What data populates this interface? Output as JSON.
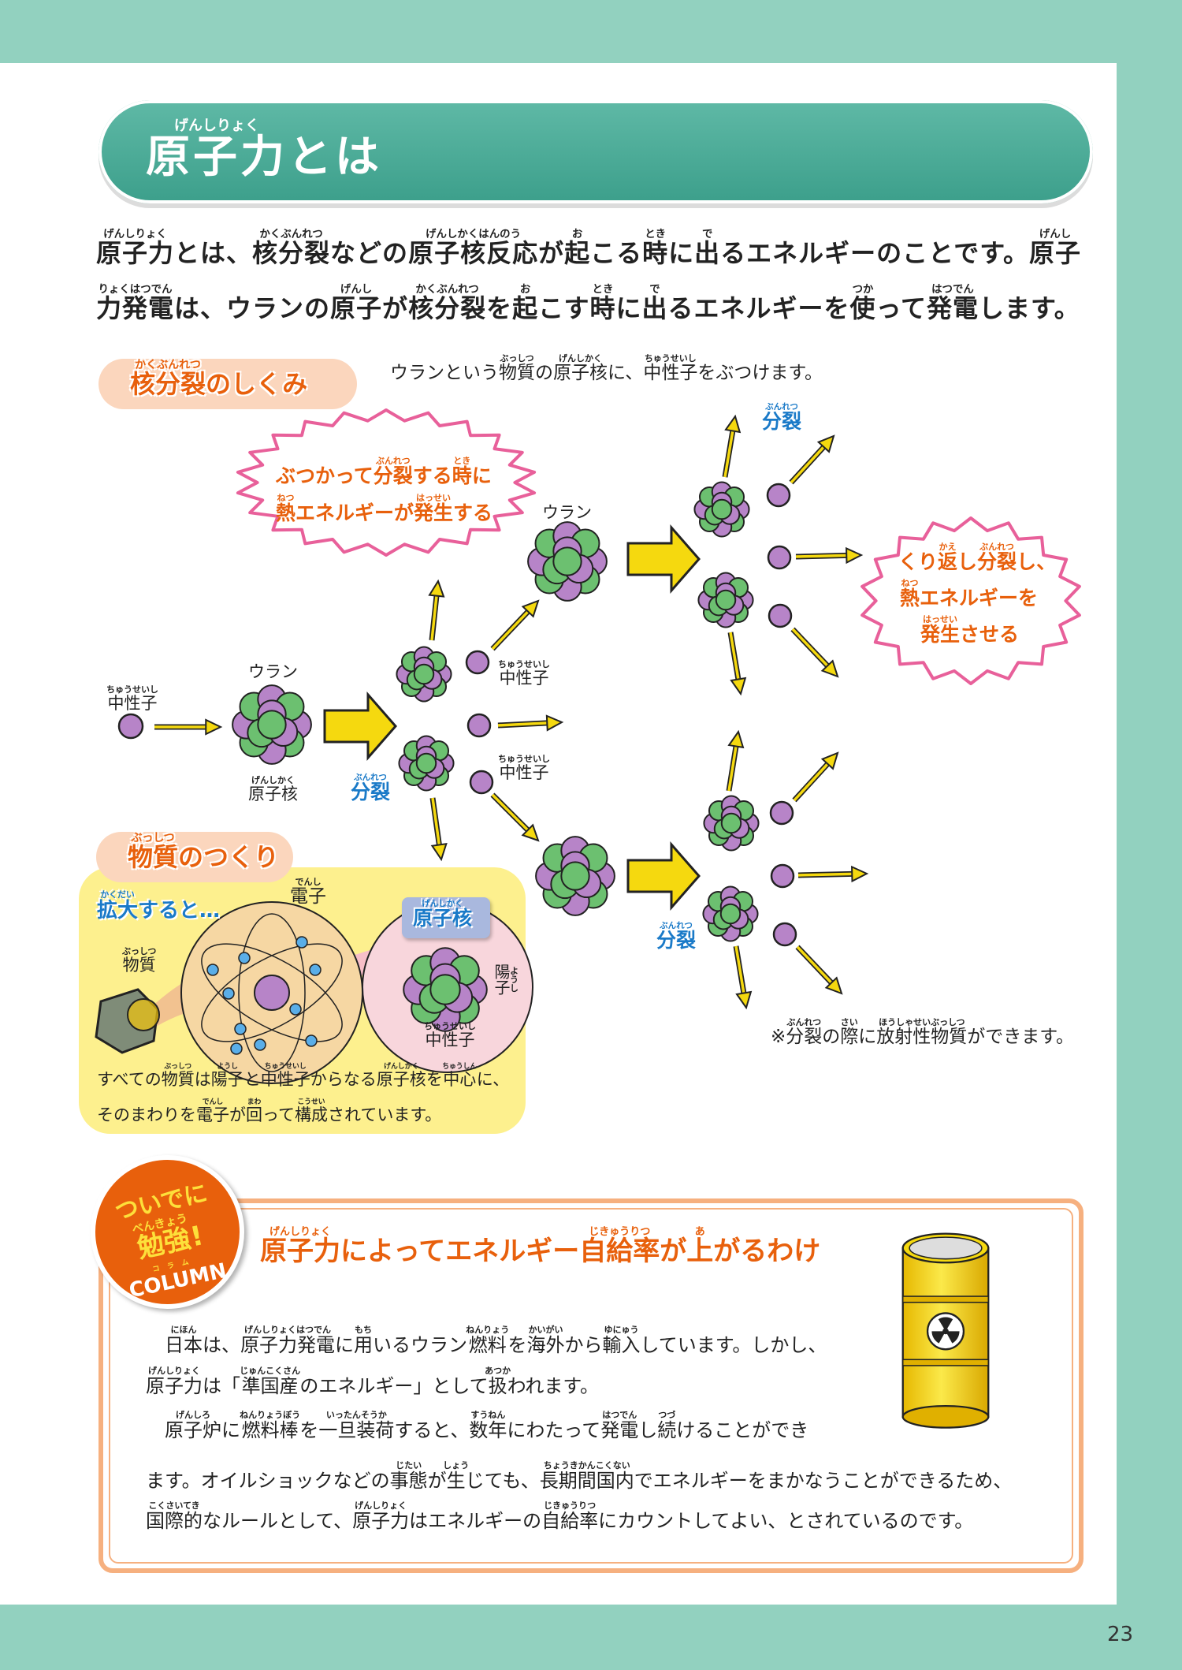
{
  "page_number": "23",
  "title": [
    [
      "原子力",
      "げんしりょく"
    ],
    "とは"
  ],
  "intro": [
    [
      [
        "原子力",
        "げんしりょく"
      ],
      "とは、",
      [
        "核分裂",
        "かくぶんれつ"
      ],
      "などの",
      [
        "原子核反応",
        "げんしかくはんのう"
      ],
      "が",
      [
        "起",
        "お"
      ],
      "こる",
      [
        "時",
        "とき"
      ],
      "に",
      [
        "出",
        "で"
      ],
      "るエネルギーのことです。",
      [
        "原子",
        "げんし"
      ]
    ],
    [
      [
        "力発電",
        "りょくはつでん"
      ],
      "は、ウランの",
      [
        "原子",
        "げんし"
      ],
      "が",
      [
        "核分裂",
        "かくぶんれつ"
      ],
      "を",
      [
        "起",
        "お"
      ],
      "こす",
      [
        "時",
        "とき"
      ],
      "に",
      [
        "出",
        "で"
      ],
      "るエネルギーを",
      [
        "使",
        "つか"
      ],
      "って",
      [
        "発電",
        "はつでん"
      ],
      "します。"
    ]
  ],
  "fission": {
    "heading": [
      [
        "核分裂",
        "かくぶんれつ"
      ],
      "のしくみ"
    ],
    "caption": [
      "ウランという",
      [
        "物質",
        "ぶっしつ"
      ],
      "の",
      [
        "原子核",
        "げんしかく"
      ],
      "に、",
      [
        "中性子",
        "ちゅうせいし"
      ],
      "をぶつけます。"
    ],
    "burst1": [
      [
        "ぶつかって",
        [
          "分裂",
          "ぶんれつ"
        ],
        "する",
        [
          "時",
          "とき"
        ],
        "に"
      ],
      [
        [
          "熱",
          "ねつ"
        ],
        "エネルギーが",
        [
          "発生",
          "はっせい"
        ],
        "する"
      ]
    ],
    "burst2": [
      [
        "くり",
        [
          "返",
          "かえ"
        ],
        "し",
        [
          "分裂",
          "ぶんれつ"
        ],
        "し、"
      ],
      [
        [
          "熱",
          "ねつ"
        ],
        "エネルギーを"
      ],
      [
        [
          "発生",
          "はっせい"
        ],
        "させる"
      ]
    ],
    "neutron_label": [
      [
        "中性子",
        "ちゅうせいし"
      ]
    ],
    "uranium_label": "ウラン",
    "nucleus_label": [
      [
        "原子核",
        "げんしかく"
      ]
    ],
    "split_label": [
      [
        "分裂",
        "ぶんれつ"
      ]
    ],
    "note": [
      "※",
      [
        "分裂",
        "ぶんれつ"
      ],
      "の",
      [
        "際",
        "さい"
      ],
      "に",
      [
        "放射性物質",
        "ほうしゃせいぶっしつ"
      ],
      "ができます。"
    ]
  },
  "structure": {
    "heading": [
      [
        "物質",
        "ぶっしつ"
      ],
      "のつくり"
    ],
    "zoom_label": [
      [
        "拡大",
        "かくだい"
      ],
      "すると…"
    ],
    "electron": [
      [
        "電子",
        "でんし"
      ]
    ],
    "substance": [
      [
        "物質",
        "ぶっしつ"
      ]
    ],
    "nucleus": [
      [
        "原子核",
        "げんしかく"
      ]
    ],
    "proton": [
      [
        "陽子",
        "ようし"
      ]
    ],
    "neutron": [
      [
        "中性子",
        "ちゅうせいし"
      ]
    ],
    "text": [
      [
        "すべての",
        [
          "物質",
          "ぶっしつ"
        ],
        "は",
        [
          "陽子",
          "ようし"
        ],
        "と",
        [
          "中性子",
          "ちゅうせいし"
        ],
        "からなる",
        [
          "原子核",
          "げんしかく"
        ],
        "を",
        [
          "中心",
          "ちゅうしん"
        ],
        "に、"
      ],
      [
        "そのまわりを",
        [
          "電子",
          "でんし"
        ],
        "が",
        [
          "回",
          "まわ"
        ],
        "って",
        [
          "構成",
          "こうせい"
        ],
        "されています。"
      ]
    ]
  },
  "column": {
    "badge_line1": "ついでに",
    "badge_line2": [
      [
        "勉強",
        "べんきょう"
      ],
      "!"
    ],
    "badge_line3": "COLUMN",
    "badge_ruby": "コラム",
    "title": [
      [
        "原子力",
        "げんしりょく"
      ],
      "によってエネルギー",
      [
        "自給率",
        "じきゅうりつ"
      ],
      "が",
      [
        "上",
        "あ"
      ],
      "がるわけ"
    ],
    "paragraphs": [
      [
        "　",
        [
          "日本",
          "にほん"
        ],
        "は、",
        [
          "原子力発電",
          "げんしりょくはつでん"
        ],
        "に",
        [
          "用",
          "もち"
        ],
        "いるウラン",
        [
          "燃料",
          "ねんりょう"
        ],
        "を",
        [
          "海外",
          "かいがい"
        ],
        "から",
        [
          "輸入",
          "ゆにゅう"
        ],
        "しています。しかし、"
      ],
      [
        [
          "原子力",
          "げんしりょく"
        ],
        "は「",
        [
          "準国産",
          "じゅんこくさん"
        ],
        "のエネルギー」として",
        [
          "扱",
          "あつか"
        ],
        "われます。"
      ],
      [
        "　",
        [
          "原子炉",
          "げんしろ"
        ],
        "に",
        [
          "燃料棒",
          "ねんりょうぼう"
        ],
        "を",
        [
          "一旦装荷",
          "いったんそうか"
        ],
        "すると、",
        [
          "数年",
          "すうねん"
        ],
        "にわたって",
        [
          "発電",
          "はつでん"
        ],
        "し",
        [
          "続",
          "つづ"
        ],
        "けることができ"
      ],
      [
        "ます。オイルショックなどの",
        [
          "事態",
          "じたい"
        ],
        "が",
        [
          "生",
          "しょう"
        ],
        "じても、",
        [
          "長期間国内",
          "ちょうきかんこくない"
        ],
        "でエネルギーをまかなうことができるため、"
      ],
      [
        [
          "国際的",
          "こくさいてき"
        ],
        "なルールとして、",
        [
          "原子力",
          "げんしりょく"
        ],
        "はエネルギーの",
        [
          "自給率",
          "じきゅうりつ"
        ],
        "にカウントしてよい、とされているのです。"
      ]
    ]
  },
  "colors": {
    "teal": "#92d1bf",
    "orange": "#e8600c",
    "purple": "#b784c8",
    "green": "#6cc070",
    "yellow": "#f5d90f",
    "pink": "#e8609a",
    "blue": "#1a7ac8"
  }
}
